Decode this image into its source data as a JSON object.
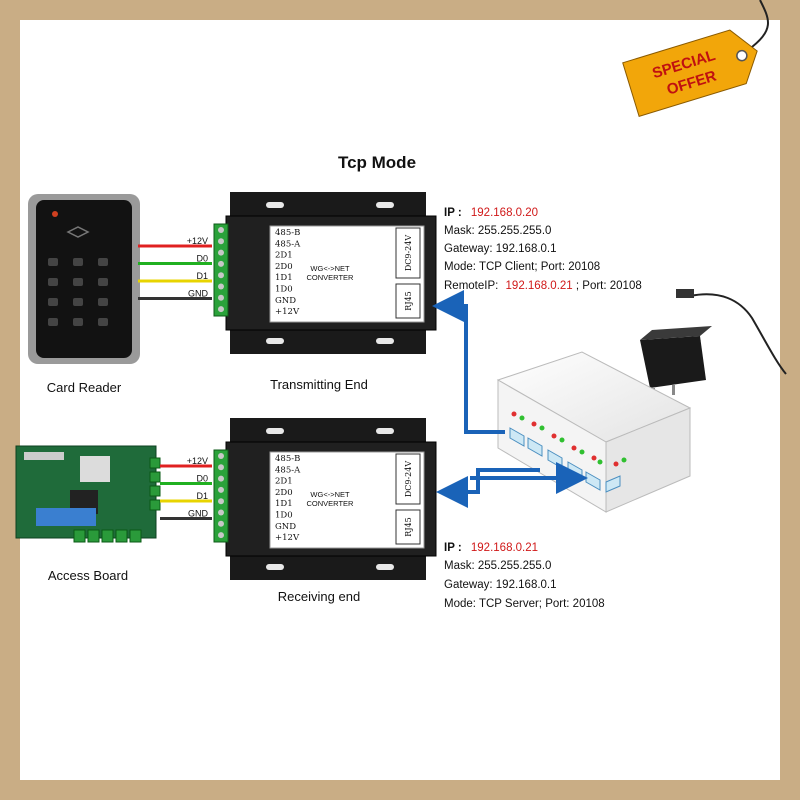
{
  "title": "Tcp Mode",
  "badge": {
    "line1": "SPECIAL",
    "line2": "OFFER"
  },
  "devices": {
    "card_reader": "Card Reader",
    "access_board": "Access Board",
    "transmitting": "Transmitting End",
    "receiving": "Receiving end"
  },
  "wires_top": [
    {
      "label": "+12V",
      "color": "#e02020"
    },
    {
      "label": "D0",
      "color": "#20b020"
    },
    {
      "label": "D1",
      "color": "#e8d400"
    },
    {
      "label": "GND",
      "color": "#333333"
    }
  ],
  "wires_bottom": [
    {
      "label": "+12V",
      "color": "#e02020"
    },
    {
      "label": "D0",
      "color": "#20b020"
    },
    {
      "label": "D1",
      "color": "#e8d400"
    },
    {
      "label": "GND",
      "color": "#333333"
    }
  ],
  "converter": {
    "pins": [
      "485-B",
      "485-A",
      "2D1",
      "2D0",
      "1D1",
      "1D0",
      "GND",
      "+12V"
    ],
    "name_line1": "WG<->NET",
    "name_line2": "CONVERTER",
    "power": "DC9-24V",
    "port": "RJ45"
  },
  "tx_config": {
    "ip_label": "IP   :",
    "ip": "192.168.0.20",
    "mask": "Mask: 255.255.255.0",
    "gateway": "Gateway: 192.168.0.1",
    "mode": "Mode: TCP Client; Port: 20108",
    "remote_label": "RemoteIP:",
    "remote_ip": "192.168.0.21",
    "remote_port": "; Port: 20108"
  },
  "rx_config": {
    "ip_label": "IP   :",
    "ip": "192.168.0.21",
    "mask": "Mask: 255.255.255.0",
    "gateway": "Gateway: 192.168.0.1",
    "mode": "Mode: TCP Server; Port: 20108"
  },
  "colors": {
    "accent": "#d01818",
    "arrow": "#1a63b8",
    "frame": "#c9ad85"
  }
}
